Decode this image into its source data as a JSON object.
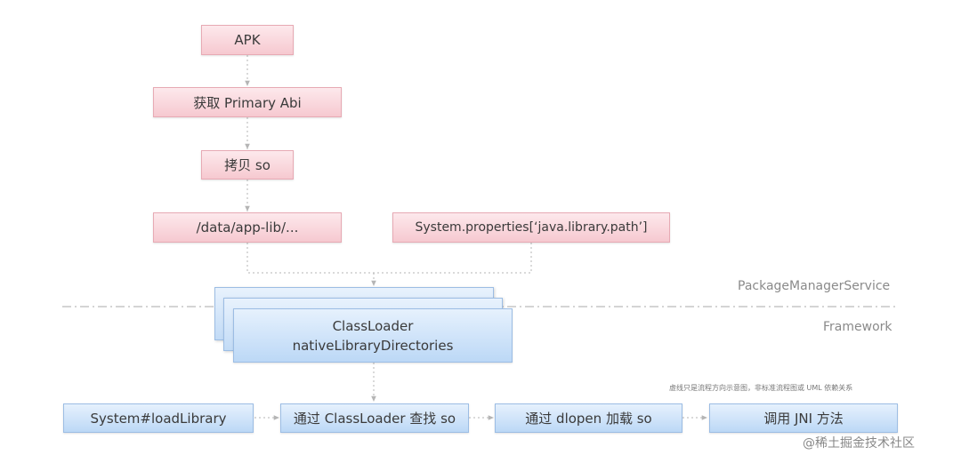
{
  "nodes": {
    "apk": "APK",
    "get_abi": "获取 Primary Abi",
    "copy_so": "拷贝 so",
    "data_app_lib": "/data/app-lib/...",
    "system_properties": "System.properties[‘java.library.path’]",
    "classloader_line1": "ClassLoader",
    "classloader_line2": "nativeLibraryDirectories",
    "load_library": "System#loadLibrary",
    "find_so": "通过 ClassLoader 查找 so",
    "dlopen": "通过 dlopen 加载 so",
    "jni": "调用 JNI 方法"
  },
  "layers": {
    "pms": "PackageManagerService",
    "framework": "Framework"
  },
  "note": "虚线只是流程方向示意图，非标准流程图或 UML 依赖关系",
  "watermark": "@稀土掘金技术社区",
  "colors": {
    "pink_fill": "#f6c9d0",
    "blue_fill": "#bcd8f6",
    "connector": "#b5b5b5"
  }
}
